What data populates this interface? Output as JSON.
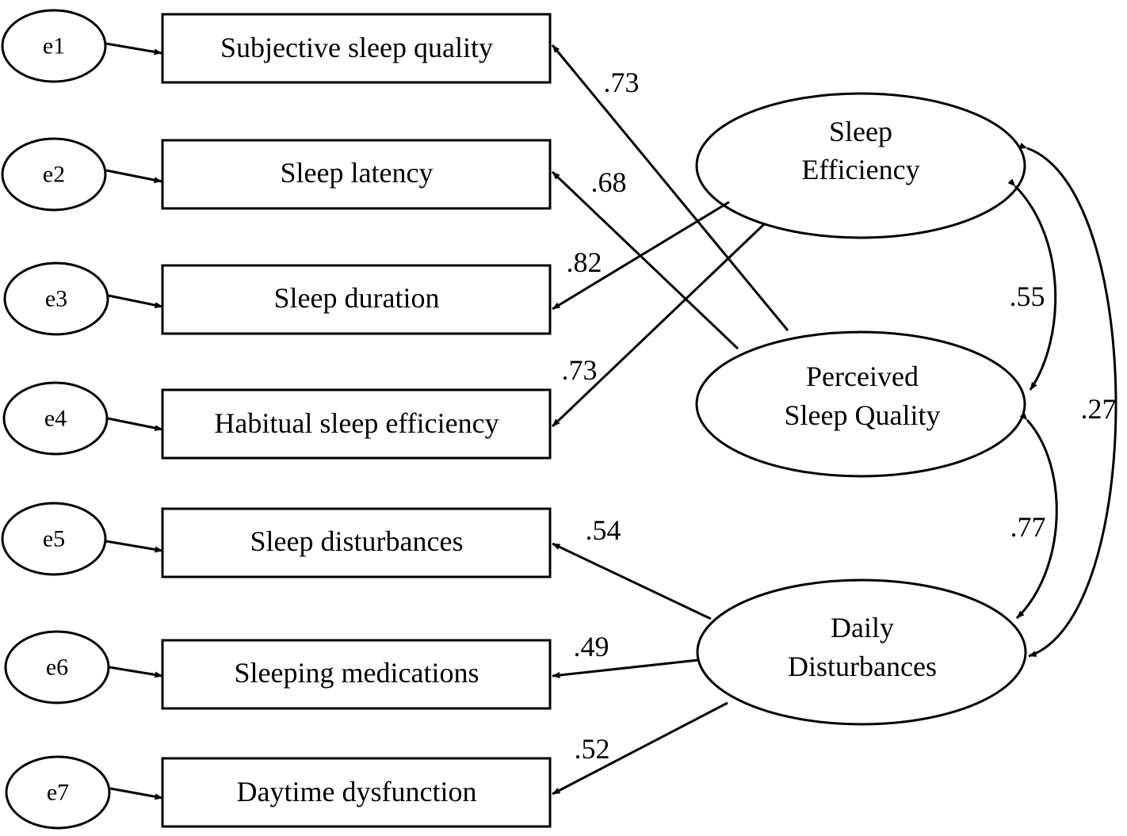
{
  "error_terms": [
    "e1",
    "e2",
    "e3",
    "e4",
    "e5",
    "e6",
    "e7"
  ],
  "indicators": [
    "Subjective sleep quality",
    "Sleep latency",
    "Sleep duration",
    "Habitual sleep efficiency",
    "Sleep disturbances",
    "Sleeping medications",
    "Daytime dysfunction"
  ],
  "latents": {
    "sleep_efficiency": [
      "Sleep",
      "Efficiency"
    ],
    "perceived_sleep_quality": [
      "Perceived",
      "Sleep Quality"
    ],
    "daily_disturbances": [
      "Daily",
      "Disturbances"
    ]
  },
  "loadings": {
    "subjective_sleep_quality": ".73",
    "sleep_latency": ".68",
    "sleep_duration": ".82",
    "habitual_sleep_efficiency": ".73",
    "sleep_disturbances": ".54",
    "sleeping_medications": ".49",
    "daytime_dysfunction": ".52"
  },
  "correlations": {
    "efficiency_perceived": ".55",
    "perceived_daily": ".77",
    "efficiency_daily": ".27"
  }
}
